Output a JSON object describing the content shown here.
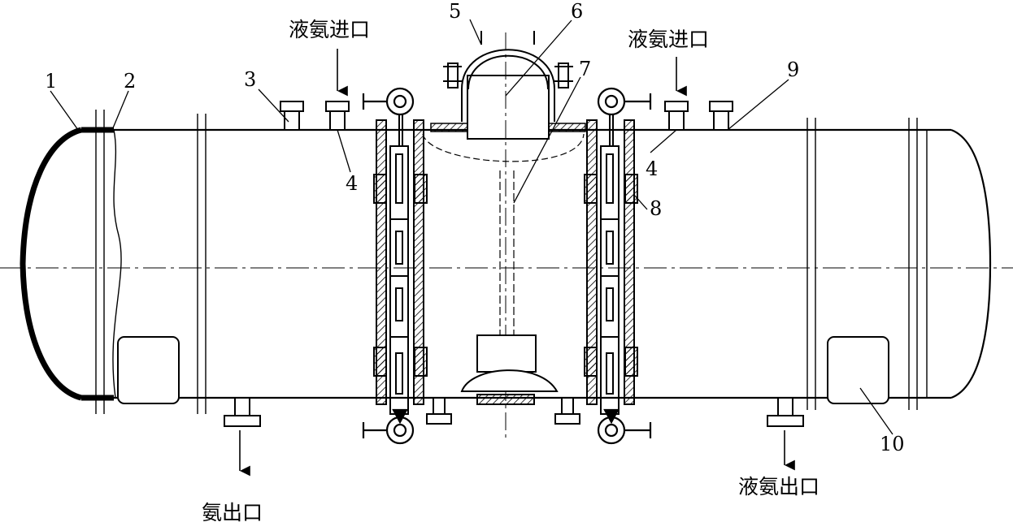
{
  "part_numbers": {
    "n1": "1",
    "n2": "2",
    "n3": "3",
    "n4a": "4",
    "n4b": "4",
    "n5": "5",
    "n6": "6",
    "n7": "7",
    "n8": "8",
    "n9": "9",
    "n10": "10"
  },
  "labels": {
    "liquid_ammonia_inlet_left": "液氨进口",
    "liquid_ammonia_inlet_right": "液氨进口",
    "ammonia_outlet": "氨出口",
    "liquid_ammonia_outlet": "液氨出口"
  }
}
